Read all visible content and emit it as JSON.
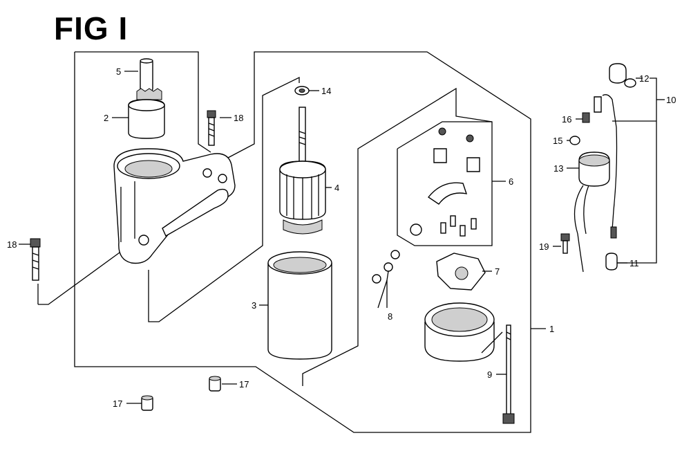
{
  "figure": {
    "title": "FIG I"
  },
  "callouts": [
    {
      "id": "c1",
      "label": "1",
      "part": "starter-motor-assembly"
    },
    {
      "id": "c2",
      "label": "2",
      "part": "pinion-gear"
    },
    {
      "id": "c3",
      "label": "3",
      "part": "yoke"
    },
    {
      "id": "c4",
      "label": "4",
      "part": "armature"
    },
    {
      "id": "c5",
      "label": "5",
      "part": "pinion-shaft"
    },
    {
      "id": "c6",
      "label": "6",
      "part": "brush-holder-set"
    },
    {
      "id": "c7",
      "label": "7",
      "part": "brush-holder"
    },
    {
      "id": "c8",
      "label": "8",
      "part": "nut-set"
    },
    {
      "id": "c9",
      "label": "9",
      "part": "through-bolt"
    },
    {
      "id": "c10",
      "label": "10",
      "part": "solenoid-assembly"
    },
    {
      "id": "c11",
      "label": "11",
      "part": "terminal-nut"
    },
    {
      "id": "c12",
      "label": "12",
      "part": "terminal-cap"
    },
    {
      "id": "c13",
      "label": "13",
      "part": "solenoid"
    },
    {
      "id": "c14",
      "label": "14",
      "part": "washer"
    },
    {
      "id": "c15",
      "label": "15",
      "part": "cap-nut"
    },
    {
      "id": "c16",
      "label": "16",
      "part": "terminal-nut-small"
    },
    {
      "id": "c17a",
      "label": "17",
      "part": "bushing"
    },
    {
      "id": "c17b",
      "label": "17",
      "part": "bushing"
    },
    {
      "id": "c18a",
      "label": "18",
      "part": "mounting-bolt"
    },
    {
      "id": "c18b",
      "label": "18",
      "part": "mounting-bolt"
    },
    {
      "id": "c19",
      "label": "19",
      "part": "solenoid-bolt"
    }
  ]
}
